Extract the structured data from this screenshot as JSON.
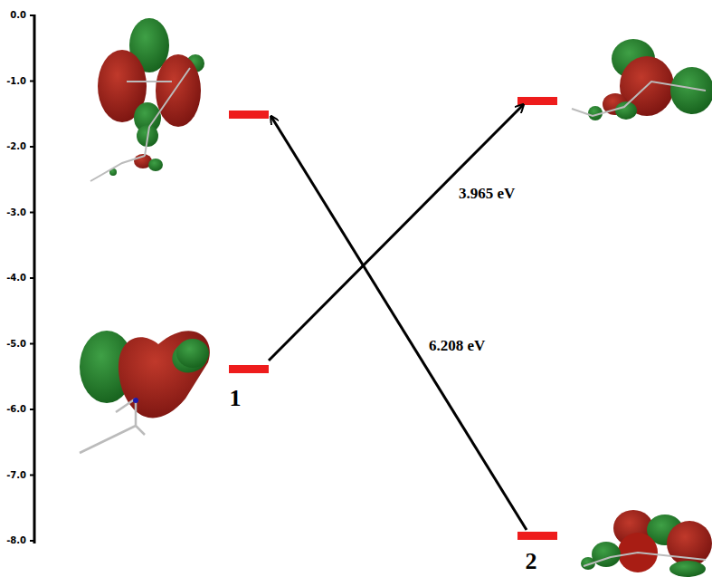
{
  "diagram": {
    "labels": [
      "0.0",
      "-1.0",
      "-2.0",
      "-3.0",
      "-4.0",
      "-5.0",
      "-6.0",
      "-7.0",
      "-8.0",
      "3.965 eV",
      "6.208 eV",
      "1",
      "2"
    ]
  }
}
